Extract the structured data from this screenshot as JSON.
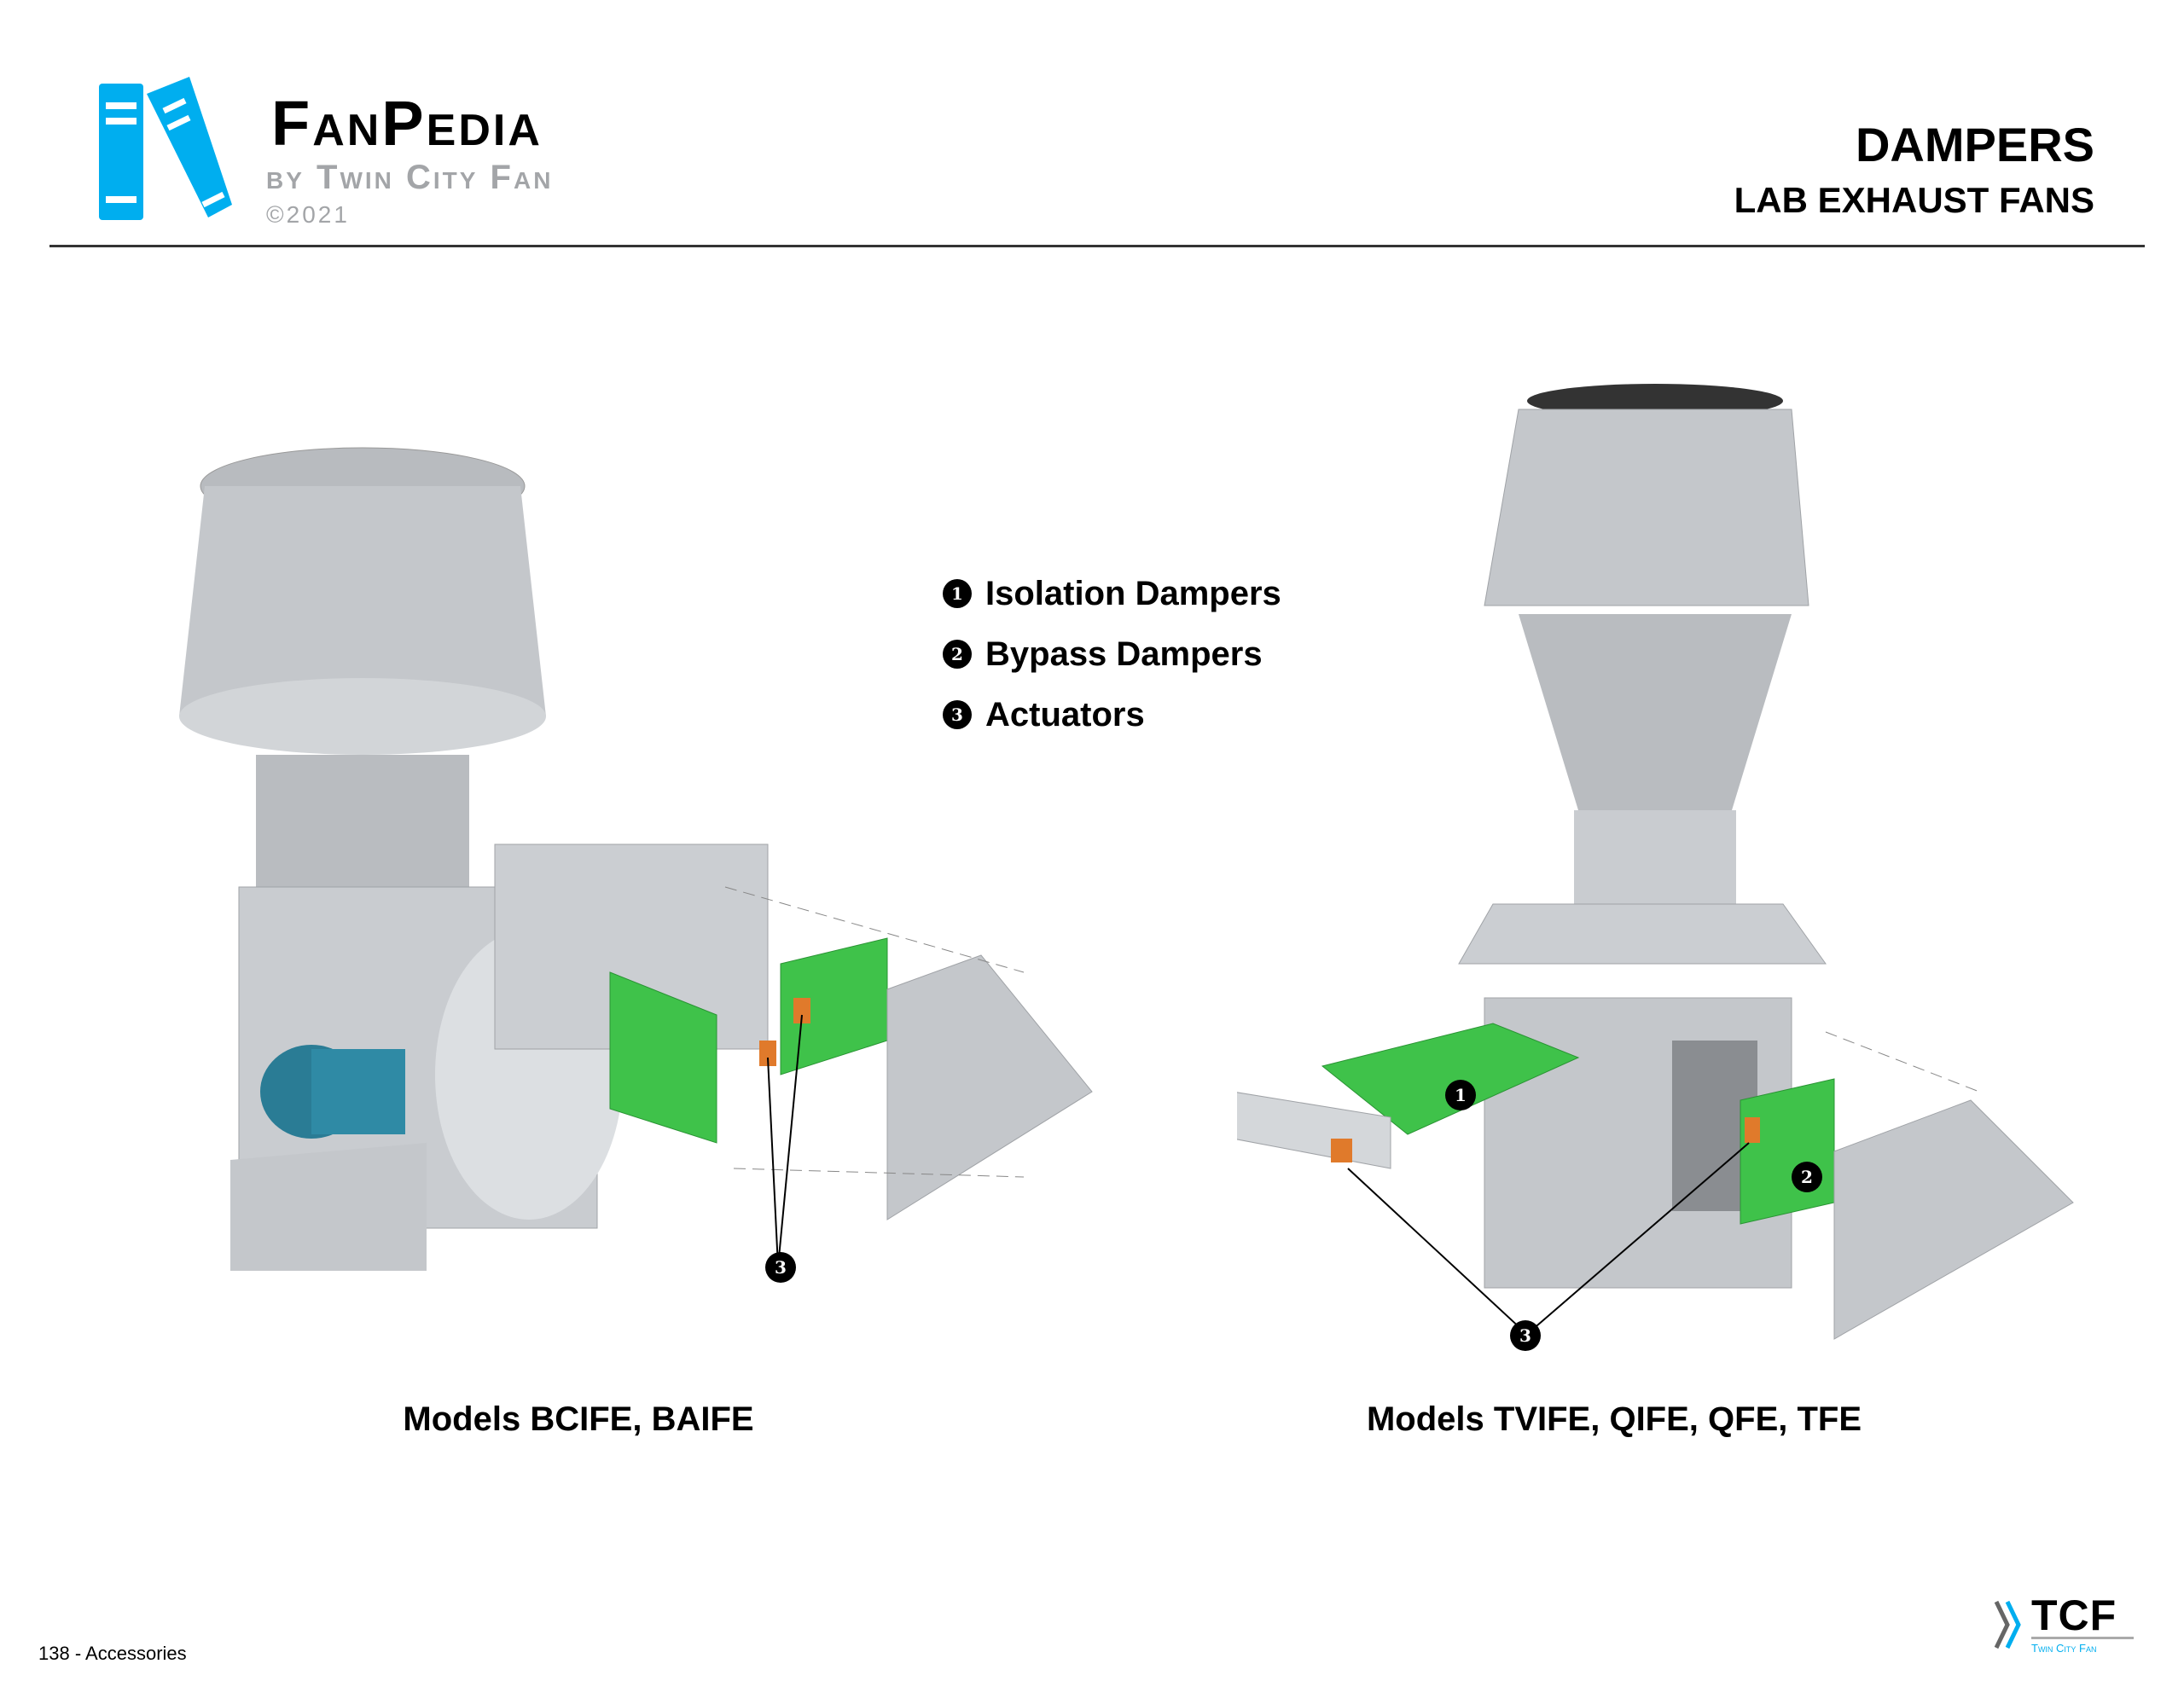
{
  "header": {
    "brand_name": "FanPedia",
    "brand_by": "by Twin City Fan",
    "brand_copyright": "©2021",
    "title": "DAMPERS",
    "subtitle": "LAB EXHAUST FANS"
  },
  "legend": [
    {
      "num": "1",
      "label": "Isolation Dampers"
    },
    {
      "num": "2",
      "label": "Bypass Dampers"
    },
    {
      "num": "3",
      "label": "Actuators"
    }
  ],
  "figures": [
    {
      "caption": "Models BCIFE, BAIFE",
      "callouts": [
        "3"
      ]
    },
    {
      "caption": "Models TVIFE, QIFE, QFE, TFE",
      "callouts": [
        "1",
        "2",
        "3"
      ]
    }
  ],
  "footer": {
    "page_label": "138 - Accessories",
    "logo_text": "TCF",
    "logo_sub": "Twin City Fan"
  },
  "colors": {
    "brand_blue": "#00aeef",
    "damper_green": "#3fc24a",
    "steel": "#c4c7cb"
  }
}
